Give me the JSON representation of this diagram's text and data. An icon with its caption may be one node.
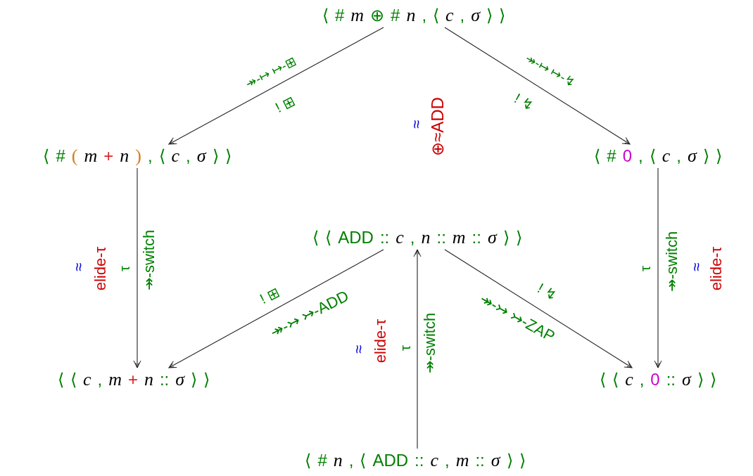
{
  "diagram": {
    "nodes": [
      {
        "text": [
          "⟨ # m ⊕ # n , ⟨ c , σ ⟩ ⟩"
        ]
      },
      {
        "text": [
          "⟨ # ( m + n ) , ⟨ c , σ ⟩ ⟩"
        ]
      },
      {
        "text": [
          "⟨ # 0 , ⟨ c , σ ⟩ ⟩"
        ]
      },
      {
        "text": [
          "⟨ ⟨ ADD :: c , n :: m :: σ ⟩ ⟩"
        ]
      },
      {
        "text": [
          "⟨ ⟨ c , m + n :: σ ⟩ ⟩"
        ]
      },
      {
        "text": [
          "⟨ ⟨ c , 0 :: σ ⟩ ⟩"
        ]
      },
      {
        "text": [
          "⟨ # n , ⟨ ADD :: c , m :: σ ⟩ ⟩"
        ]
      }
    ],
    "edges": [
      {
        "from": 0,
        "to": 1,
        "arrow": "to",
        "label": "↠-↦ ↦-⊞"
      },
      {
        "from": 0,
        "to": 2,
        "arrow": "to",
        "label": "↠-↦ ↦-↯"
      },
      {
        "from": 1,
        "to": 4,
        "arrow": "to",
        "label": "↠-switch"
      },
      {
        "from": 2,
        "to": 5,
        "arrow": "to",
        "label": "↠-switch"
      },
      {
        "from": 3,
        "to": 4,
        "arrow": "to",
        "label": "↠-↣ ↣-ADD"
      },
      {
        "from": 3,
        "to": 5,
        "arrow": "to",
        "label": "↠-↣ ↣-ZAP"
      },
      {
        "from": 6,
        "to": 3,
        "arrow": "to",
        "label": "↠-switch"
      }
    ],
    "labels": [
      "! ⊞",
      "! ↯",
      "≈",
      "⊕≈ADD",
      "≈",
      "elide-τ",
      "τ",
      "! ⊞",
      "! ↯",
      "≈",
      "elide-τ",
      "τ",
      "τ",
      "≈",
      "elide-τ"
    ]
  }
}
